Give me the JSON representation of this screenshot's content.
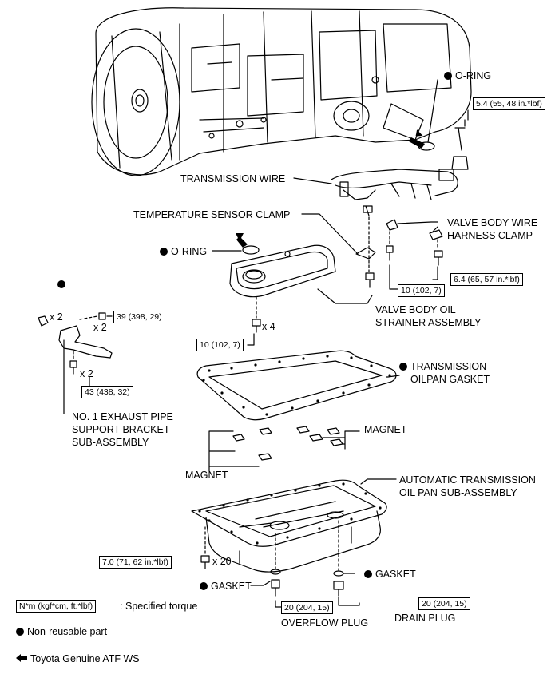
{
  "labels": {
    "o_ring_top": "O-RING",
    "o_ring_left": "O-RING",
    "transmission_wire": "TRANSMISSION WIRE",
    "temp_sensor_clamp": "TEMPERATURE SENSOR CLAMP",
    "valve_body_wire_l1": "VALVE BODY WIRE",
    "valve_body_wire_l2": "HARNESS CLAMP",
    "valve_body_strainer_l1": "VALVE BODY OIL",
    "valve_body_strainer_l2": "STRAINER ASSEMBLY",
    "oilpan_gasket_l1": "TRANSMISSION",
    "oilpan_gasket_l2": "OILPAN GASKET",
    "exhaust_bracket_l1": "NO. 1 EXHAUST PIPE",
    "exhaust_bracket_l2": "SUPPORT BRACKET",
    "exhaust_bracket_l3": "SUB-ASSEMBLY",
    "magnet_right": "MAGNET",
    "magnet_left": "MAGNET",
    "oil_pan_l1": "AUTOMATIC TRANSMISSION",
    "oil_pan_l2": "OIL PAN SUB-ASSEMBLY",
    "gasket_left": "GASKET",
    "gasket_right": "GASKET",
    "overflow_plug": "OVERFLOW PLUG",
    "drain_plug": "DRAIN PLUG"
  },
  "torques": {
    "t_5_4": "5.4 (55, 48 in.*lbf)",
    "t_6_4": "6.4 (65, 57 in.*lbf)",
    "t_10_a": "10 (102, 7)",
    "t_10_b": "10 (102, 7)",
    "t_39": "39 (398, 29)",
    "t_43": "43 (438, 32)",
    "t_7_0": "7.0 (71, 62 in.*lbf)",
    "t_20_a": "20 (204, 15)",
    "t_20_b": "20 (204, 15)"
  },
  "multipliers": {
    "x2_a": "x 2",
    "x2_b": "x 2",
    "x2_c": "x 2",
    "x4": "x 4",
    "x20": "x 20"
  },
  "legend": {
    "torque_key": "N*m (kgf*cm, ft.*lbf)",
    "torque_desc": ": Specified torque",
    "non_reusable": "Non-reusable part",
    "atf": "Toyota Genuine ATF WS"
  }
}
